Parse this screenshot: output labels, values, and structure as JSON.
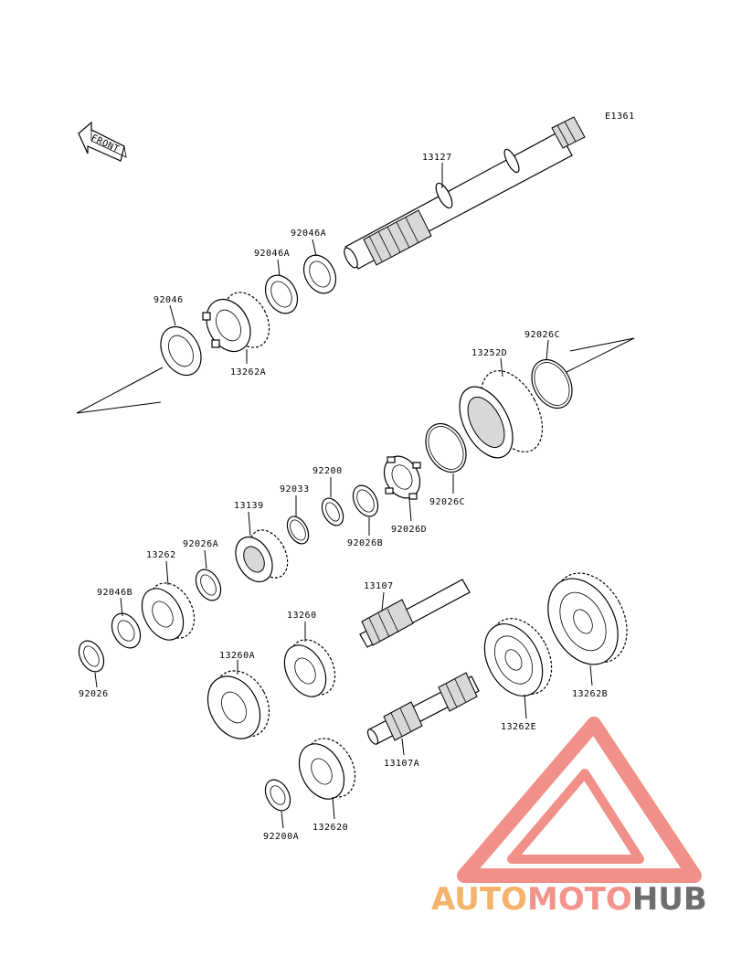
{
  "diagram_code": "E1361",
  "front_label": "FRONT",
  "watermark": {
    "part1": "AUTO",
    "part2": "MOTO",
    "part3": "HUB",
    "color1": "#f4b26b",
    "color2": "#f2948c",
    "color3": "#6e6e6e",
    "logo_color": "#f0847c"
  },
  "labels": {
    "p13127": "13127",
    "p92046A_top": "92046A",
    "p92046A_mid": "92046A",
    "p92046": "92046",
    "p13262A": "13262A",
    "p13252D": "13252D",
    "p92026C_top": "92026C",
    "p92026C_low": "92026C",
    "p92200": "92200",
    "p92033": "92033",
    "p13139": "13139",
    "p92026D": "92026D",
    "p92026B": "92026B",
    "p92026A": "92026A",
    "p13262": "13262",
    "p92046B": "92046B",
    "p92026": "92026",
    "p13107": "13107",
    "p13260": "13260",
    "p13260A": "13260A",
    "p13262B": "13262B",
    "p13262E": "13262E",
    "p13107A": "13107A",
    "p132620": "132620",
    "p92200A": "92200A"
  }
}
